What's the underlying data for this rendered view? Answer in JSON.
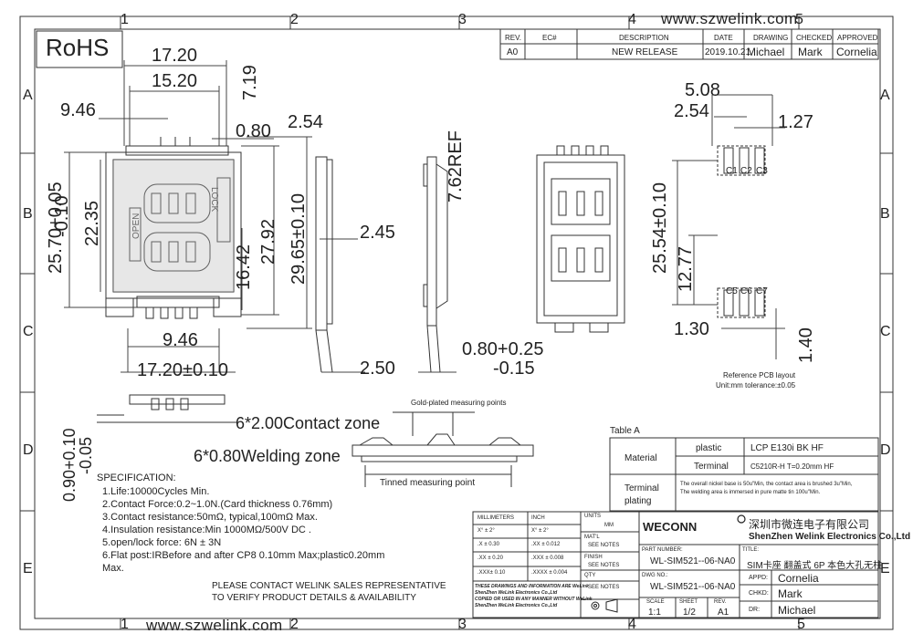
{
  "zones": {
    "cols": [
      "1",
      "2",
      "3",
      "4",
      "5"
    ],
    "rows": [
      "A",
      "B",
      "C",
      "D",
      "E"
    ]
  },
  "rohs": "RoHS",
  "website": "www.szwelink.com",
  "revision_table": {
    "headers": [
      "REV.",
      "EC#",
      "DESCRIPTION",
      "DATE",
      "DRAWING",
      "CHECKED",
      "APPROVED"
    ],
    "row": [
      "A0",
      "",
      "NEW RELEASE",
      "2019.10.21",
      "Michael",
      "Mark",
      "Cornelia"
    ]
  },
  "dims_main": {
    "w_total": "17.20",
    "w_inner": "15.20",
    "h_719": "7.19",
    "w_946": "9.46",
    "w_080": "0.80",
    "w_254": "2.54",
    "h_2570": "25.70+0.05\n-0.10",
    "h_2570_a": "25.70+0.05",
    "h_2570_b": "-0.10",
    "h_2235": "22.35",
    "h_1642": "16.42",
    "h_2792": "27.92",
    "h_2965": "29.65±0.10",
    "w_245": "2.45",
    "w_946_b": "9.46",
    "w_1720_tol": "17.20±0.10",
    "w_250": "2.50",
    "w_080_tol_a": "0.80+0.25",
    "w_080_tol_b": "-0.15",
    "h_762": "7.62REF",
    "open": "OPEN",
    "lock": "LOCK"
  },
  "pcb": {
    "w_508": "5.08",
    "w_254": "2.54",
    "w_127": "1.27",
    "h_2554": "25.54±0.10",
    "h_1277": "12.77",
    "w_130": "1.30",
    "h_140": "1.40",
    "top_pins": [
      "C1",
      "C2",
      "C3"
    ],
    "bottom_pins": [
      "C5",
      "C6",
      "C7"
    ],
    "title": "Reference PCB layout",
    "tolerance": "Unit:mm tolerance:±0.05"
  },
  "side": {
    "contact_zone": "6*2.00Contact zone",
    "welding_zone": "6*0.80Welding zone",
    "gold_label": "Gold-plated measuring points",
    "tinned_label": "Tinned measuring point",
    "h_090_a": "0.90+0.10",
    "h_090_b": "-0.05"
  },
  "table_a": {
    "title": "Table A",
    "material": "Material",
    "plastic": "plastic",
    "plastic_val": "LCP E130i BK HF",
    "terminal": "Terminal",
    "terminal_val": "C5210R-H T=0.20mm HF",
    "plating": "Terminal\nplating",
    "plating_1": "Terminal",
    "plating_2": "plating",
    "plating_val_1": "The overall nickel base is 50u\"Min, the contact area is brushed 3u\"Min,",
    "plating_val_2": "The welding area is immersed in pure matte tin 100u\"Min."
  },
  "spec": {
    "title": "SPECIFICATION:",
    "items": [
      "1.Life:10000Cycles Min.",
      "2.Contact Force:0.2~1.0N.(Card thickness 0.76mm)",
      "3.Contact resistance:50mΩ, typical,100mΩ Max.",
      "4.Insulation resistance:Min 1000MΩ/500V DC .",
      "5.open/lock force: 6N ± 3N",
      "6.Flat post:IRBefore and after CP8 0.10mm Max;plastic0.20mm",
      "Max."
    ]
  },
  "notice": [
    "PLEASE CONTACT WELINK SALES REPRESENTATIVE",
    "TO VERIFY PRODUCT DETAILS & AVAILABILITY"
  ],
  "tol_table": {
    "h_mm": "MILLIMETERS",
    "h_inch": "INCH",
    "units": "UNITS",
    "mm": "MM",
    "rows": [
      [
        "X°  ±  2°",
        "X°  ±  2°"
      ],
      [
        ".X  ± 0.30",
        ".XX  ± 0.012"
      ],
      [
        ".XX ± 0.20",
        ".XXX  ± 0.008"
      ],
      [
        ".XXX± 0.10",
        ".XXXX ± 0.004"
      ]
    ],
    "matl": "MAT'L",
    "finish": "FINISH",
    "qty": "QTY",
    "see_notes": "SEE NOTES",
    "legal": [
      "THESE DRAWINGS AND INFORMATION ARE WeLink",
      "ShenZhen WeLink Electronics Co.,Ltd",
      "COPIED OR USED IN ANY MANNER WITHOUT WeLink",
      "ShenZhen WeLink Electronics Co.,Ltd"
    ]
  },
  "title_block": {
    "brand": "WECONN",
    "company_cn": "深圳市微连电子有限公司",
    "company_en": "ShenZhen Welink Electronics Co.,Ltd",
    "part_label": "PART NUMBER:",
    "part_no": "WL-SIM521--06-NA0",
    "title_label": "TITLE:",
    "title": "SIM卡座 翻盖式 6P 本色大孔无柱",
    "dwg_label": "DWG NO.:",
    "dwg_no": "WL-SIM521--06-NA0",
    "appd_label": "APPD:",
    "appd": "Cornelia",
    "chkd_label": "CHKD:",
    "chkd": "Mark",
    "dr_label": "DR:",
    "dr": "Michael",
    "scale_label": "SCALE",
    "scale": "1:1",
    "sheet_label": "SHEET",
    "sheet": "1/2",
    "rev_label": "REV.",
    "rev": "A1"
  }
}
